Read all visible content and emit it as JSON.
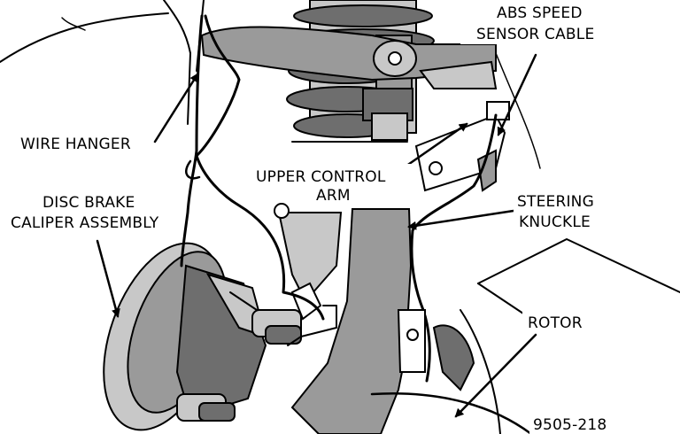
{
  "labels": {
    "abs_line1": "ABS SPEED",
    "abs_line2": "SENSOR CABLE",
    "wire_hanger": "WIRE HANGER",
    "upper_line1": "UPPER CONTROL",
    "upper_line2": "ARM",
    "caliper_line1": "DISC BRAKE",
    "caliper_line2": "CALIPER ASSEMBLY",
    "steering_line1": "STEERING",
    "steering_line2": "KNUCKLE",
    "rotor": "ROTOR",
    "figure_id": "9505-218"
  }
}
